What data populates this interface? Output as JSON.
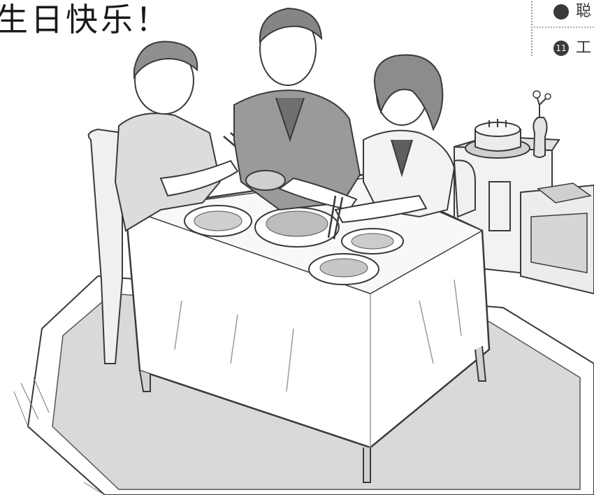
{
  "heading": {
    "text": "生日快乐！"
  },
  "vocab": [
    {
      "number": "",
      "text": "聪"
    },
    {
      "number": "11",
      "text": "工"
    }
  ],
  "illustration": {
    "people": [
      "boy-left",
      "man-center",
      "woman-right"
    ],
    "objects": [
      "dining-table",
      "tablecloth",
      "rug",
      "birthday-cake",
      "flower-vase",
      "cabinet",
      "plates",
      "bowl",
      "chopsticks"
    ],
    "colors": {
      "outline": "#3a3a3a",
      "shade": "#bdbdbd",
      "light": "#e6e6e6",
      "paper": "#ffffff"
    }
  }
}
